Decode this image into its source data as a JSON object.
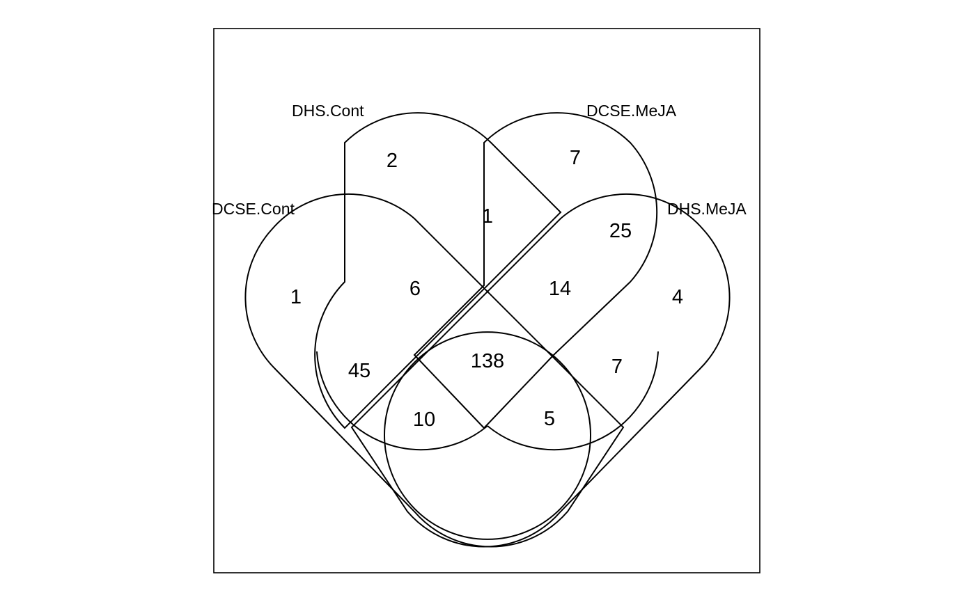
{
  "diagram": {
    "type": "venn-4",
    "line_color": "#000000",
    "background": "#ffffff",
    "sets": [
      {
        "key": "dcse_cont",
        "label": "DCSE.Cont"
      },
      {
        "key": "dhs_cont",
        "label": "DHS.Cont"
      },
      {
        "key": "dcse_meja",
        "label": "DCSE.MeJA"
      },
      {
        "key": "dhs_meja",
        "label": "DHS.MeJA"
      }
    ],
    "regions": {
      "dhs_cont_only": "2",
      "dcse_meja_only": "7",
      "dcse_cont_only": "1",
      "dhs_meja_only": "4",
      "dhs_cont_dcse_meja": "1",
      "dcse_meja_dhs_meja": "25",
      "dcse_cont_dhs_cont": "6",
      "dhs_cont_dcse_meja_dhs_meja": "14",
      "dcse_cont_dhs_meja": "45",
      "dcse_cont_dhs_cont_dcse_meja_dhs_meja": "138",
      "dcse_cont_dcse_meja_dhs_meja": "7",
      "dcse_cont_dhs_cont_dhs_meja": "10",
      "dcse_cont_dcse_meja": "5"
    }
  }
}
